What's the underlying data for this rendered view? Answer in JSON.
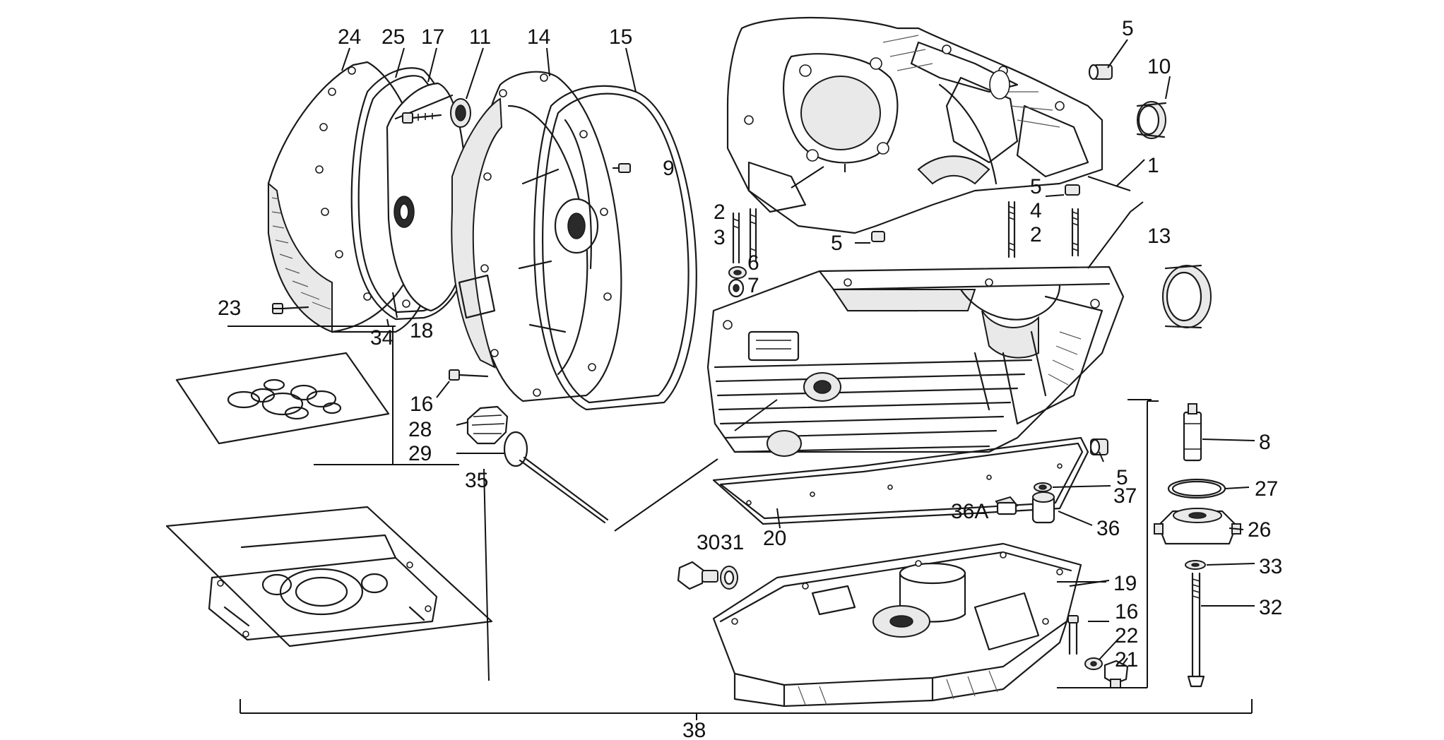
{
  "callouts": [
    {
      "id": "c24",
      "text": "24"
    },
    {
      "id": "c25",
      "text": "25"
    },
    {
      "id": "c17",
      "text": "17"
    },
    {
      "id": "c11",
      "text": "11"
    },
    {
      "id": "c14",
      "text": "14"
    },
    {
      "id": "c15",
      "text": "15"
    },
    {
      "id": "c5a",
      "text": "5"
    },
    {
      "id": "c10",
      "text": "10"
    },
    {
      "id": "c9",
      "text": "9"
    },
    {
      "id": "c1",
      "text": "1"
    },
    {
      "id": "c5b",
      "text": "5"
    },
    {
      "id": "c4",
      "text": "4"
    },
    {
      "id": "c2b",
      "text": "2"
    },
    {
      "id": "c13",
      "text": "13"
    },
    {
      "id": "c5c",
      "text": "5"
    },
    {
      "id": "c2a",
      "text": "2"
    },
    {
      "id": "c3",
      "text": "3"
    },
    {
      "id": "c6",
      "text": "6"
    },
    {
      "id": "c7",
      "text": "7"
    },
    {
      "id": "c23",
      "text": "23"
    },
    {
      "id": "c34",
      "text": "34"
    },
    {
      "id": "c18",
      "text": "18"
    },
    {
      "id": "c16a",
      "text": "16"
    },
    {
      "id": "c28",
      "text": "28"
    },
    {
      "id": "c29",
      "text": "29"
    },
    {
      "id": "c35",
      "text": "35"
    },
    {
      "id": "c8",
      "text": "8"
    },
    {
      "id": "c5d",
      "text": "5"
    },
    {
      "id": "c27",
      "text": "27"
    },
    {
      "id": "c37",
      "text": "37"
    },
    {
      "id": "c36A",
      "text": "36A"
    },
    {
      "id": "c36",
      "text": "36"
    },
    {
      "id": "c26",
      "text": "26"
    },
    {
      "id": "c20",
      "text": "20"
    },
    {
      "id": "c30",
      "text": "30"
    },
    {
      "id": "c31",
      "text": "31"
    },
    {
      "id": "c33",
      "text": "33"
    },
    {
      "id": "c19",
      "text": "19"
    },
    {
      "id": "c32",
      "text": "32"
    },
    {
      "id": "c16b",
      "text": "16"
    },
    {
      "id": "c22",
      "text": "22"
    },
    {
      "id": "c21",
      "text": "21"
    },
    {
      "id": "c38",
      "text": "38"
    }
  ]
}
